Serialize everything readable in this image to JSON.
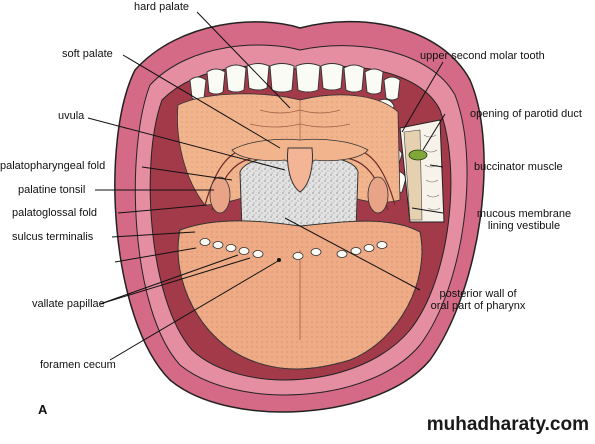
{
  "labels": {
    "hard_palate": "hard palate",
    "soft_palate": "soft palate",
    "uvula": "uvula",
    "palatopharyngeal_fold": "palatopharyngeal fold",
    "palatine_tonsil": "palatine tonsil",
    "palatoglossal_fold": "palatoglossal fold",
    "sulcus_terminalis": "sulcus terminalis",
    "vallate_papillae": "vallate papillae",
    "foramen_cecum": "foramen cecum",
    "upper_second_molar_tooth": "upper second molar tooth",
    "opening_of_parotid_duct": "opening of parotid duct",
    "buccinator_muscle": "buccinator muscle",
    "mucous_membrane_line1": "mucous membrane",
    "mucous_membrane_line2": "lining vestibule",
    "posterior_wall_line1": "posterior wall of",
    "posterior_wall_line2": "oral part of pharynx"
  },
  "panel_letter": "A",
  "watermark": "muhadharaty.com",
  "colors": {
    "lip": "#d46a86",
    "lip_inner": "#e58ea2",
    "mouth_cavity": "#a33a4a",
    "palate": "#f1b48d",
    "tongue": "#eeab86",
    "tooth": "#fbfbf6",
    "pharynx_wall": "#d8d8d8",
    "parotid_opening": "#7fa838",
    "leader_line": "#111111"
  }
}
